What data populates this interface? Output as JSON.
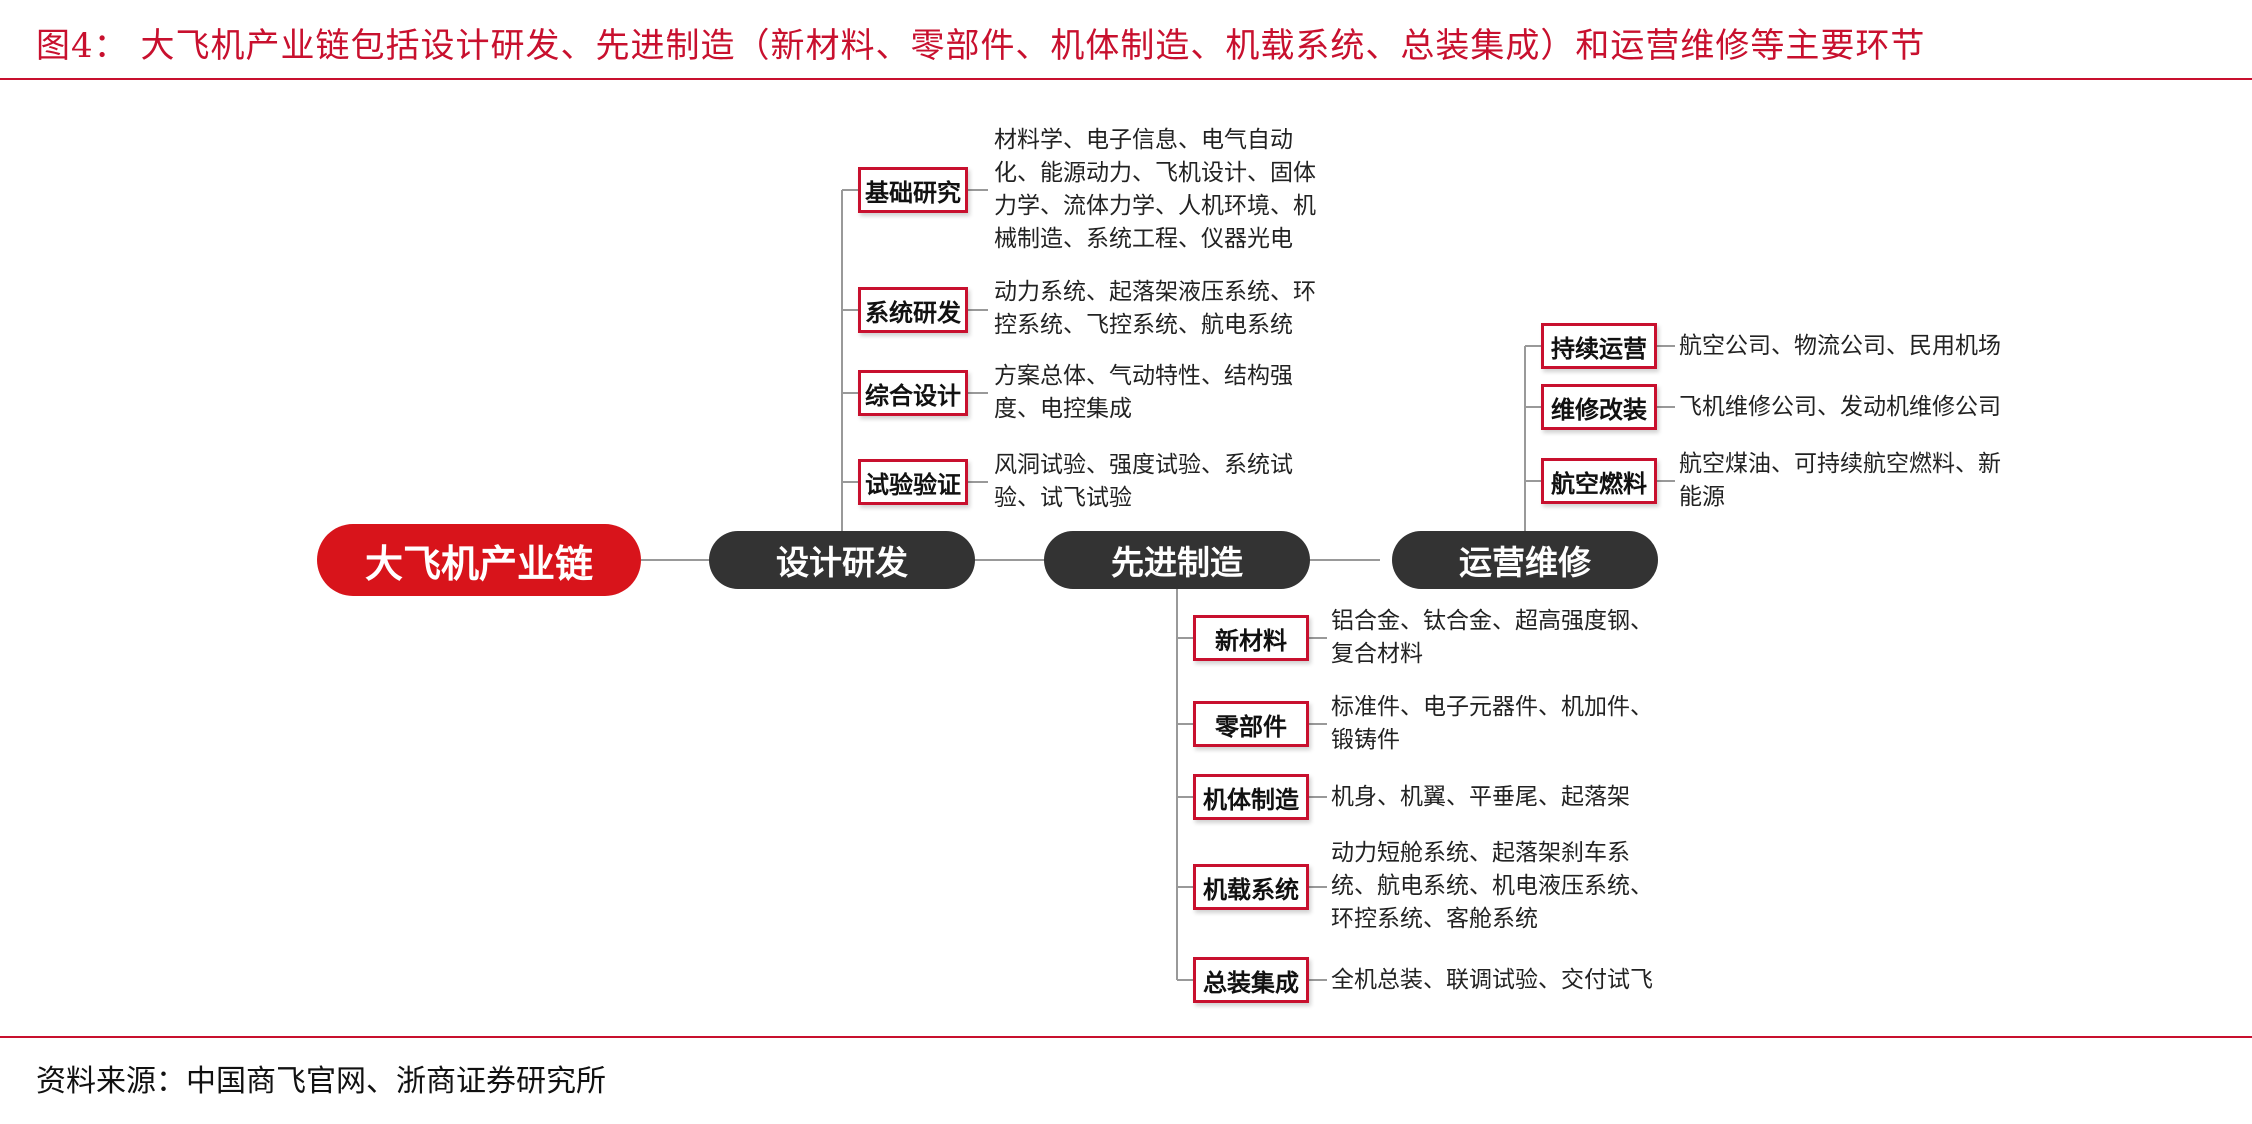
{
  "figure": {
    "title": "图4： 大飞机产业链包括设计研发、先进制造（新材料、零部件、机体制造、机载系统、总装集成）和运营维修等主要环节",
    "source": "资料来源：中国商飞官网、浙商证券研究所"
  },
  "colors": {
    "accent": "#c8102e",
    "root_fill": "#d8141b",
    "stage_fill": "#333333",
    "line": "#999999"
  },
  "diagram": {
    "root": "大飞机产业链",
    "stages": {
      "design": {
        "label": "设计研发",
        "items": [
          {
            "label": "基础研究",
            "desc": [
              "材料学、电子信息、电气自动",
              "化、能源动力、飞机设计、固体",
              "力学、流体力学、人机环境、机",
              "械制造、系统工程、仪器光电"
            ]
          },
          {
            "label": "系统研发",
            "desc": [
              "动力系统、起落架液压系统、环",
              "控系统、飞控系统、航电系统"
            ]
          },
          {
            "label": "综合设计",
            "desc": [
              "方案总体、气动特性、结构强",
              "度、电控集成"
            ]
          },
          {
            "label": "试验验证",
            "desc": [
              "风洞试验、强度试验、系统试",
              "验、试飞试验"
            ]
          }
        ]
      },
      "manufacturing": {
        "label": "先进制造",
        "items": [
          {
            "label": "新材料",
            "desc": [
              "铝合金、钛合金、超高强度钢、",
              "复合材料"
            ]
          },
          {
            "label": "零部件",
            "desc": [
              "标准件、电子元器件、机加件、",
              "锻铸件"
            ]
          },
          {
            "label": "机体制造",
            "desc": [
              "机身、机翼、平垂尾、起落架"
            ]
          },
          {
            "label": "机载系统",
            "desc": [
              "动力短舱系统、起落架刹车系",
              "统、航电系统、机电液压系统、",
              "环控系统、客舱系统"
            ]
          },
          {
            "label": "总装集成",
            "desc": [
              "全机总装、联调试验、交付试飞"
            ]
          }
        ]
      },
      "operations": {
        "label": "运营维修",
        "items": [
          {
            "label": "持续运营",
            "desc": [
              "航空公司、物流公司、民用机场"
            ]
          },
          {
            "label": "维修改装",
            "desc": [
              "飞机维修公司、发动机维修公司"
            ]
          },
          {
            "label": "航空燃料",
            "desc": [
              "航空煤油、可持续航空燃料、新",
              "能源"
            ]
          }
        ]
      }
    }
  }
}
